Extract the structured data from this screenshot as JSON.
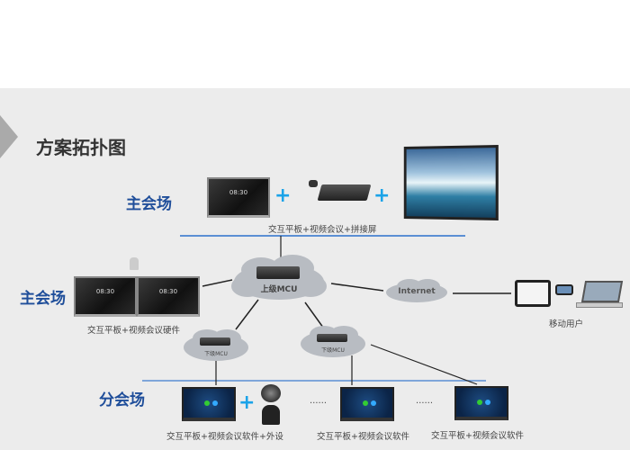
{
  "title": "方案拓扑图",
  "main_top": {
    "label": "主会场",
    "caption": "交互平板+视频会议+拼接屏",
    "panel_time": "08:30"
  },
  "main_left": {
    "label": "主会场",
    "caption": "交互平板+视频会议硬件",
    "panel_time": "08:30"
  },
  "upper_mcu": "上级MCU",
  "lower_mcu_1": "下级MCU",
  "lower_mcu_2": "下级MCU",
  "internet": "Internet",
  "mobile": {
    "caption": "移动用户"
  },
  "branch": {
    "label": "分会场",
    "dots": "……",
    "captions": [
      "交互平板+视频会议软件+外设",
      "交互平板+视频会议软件",
      "交互平板+视频会议软件"
    ]
  },
  "plus": "+",
  "colors": {
    "zone_label": "#1f4e9a",
    "plus": "#1ba3e8",
    "divider": "#5b8fd4"
  }
}
